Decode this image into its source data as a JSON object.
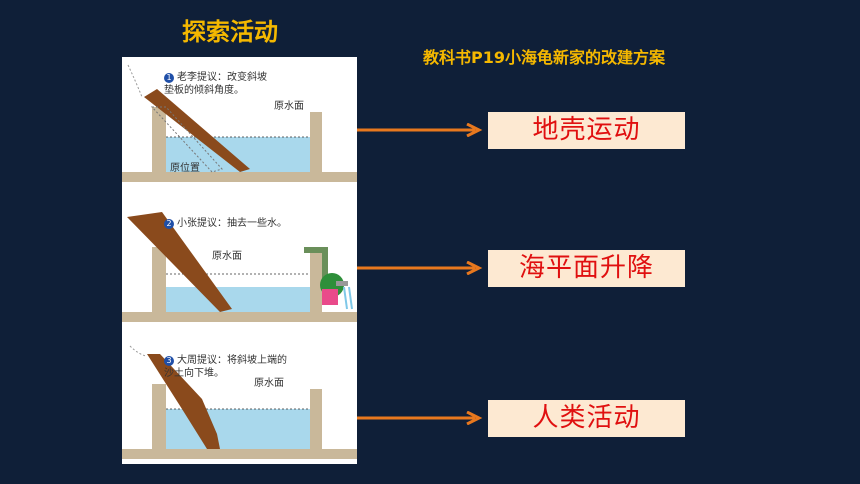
{
  "header": {
    "title": "探索活动",
    "subtitle": "教科书P19小海龟新家的改建方案"
  },
  "illustration": {
    "scenes": [
      {
        "num": "1",
        "caption_line1": "老李提议：改变斜坡",
        "caption_line2": "垫板的倾斜角度。",
        "water_label": "原水面",
        "extra_label": "原位置"
      },
      {
        "num": "2",
        "caption_line1": "小张提议：抽去一些水。",
        "water_label": "原水面"
      },
      {
        "num": "3",
        "caption_line1": "大周提议：将斜坡上端的",
        "caption_line2": "沙土向下堆。",
        "water_label": "原水面"
      }
    ]
  },
  "labels": [
    {
      "text": "地壳运动"
    },
    {
      "text": "海平面升降"
    },
    {
      "text": "人类活动"
    }
  ],
  "colors": {
    "background": "#0f1f38",
    "accent": "#f5b800",
    "arrow": "#e8781e",
    "label_bg": "#fde9d2",
    "label_text": "#e01010",
    "water": "#a9d8ec",
    "sand": "#c9b89a",
    "soil": "#8a4a1c"
  }
}
